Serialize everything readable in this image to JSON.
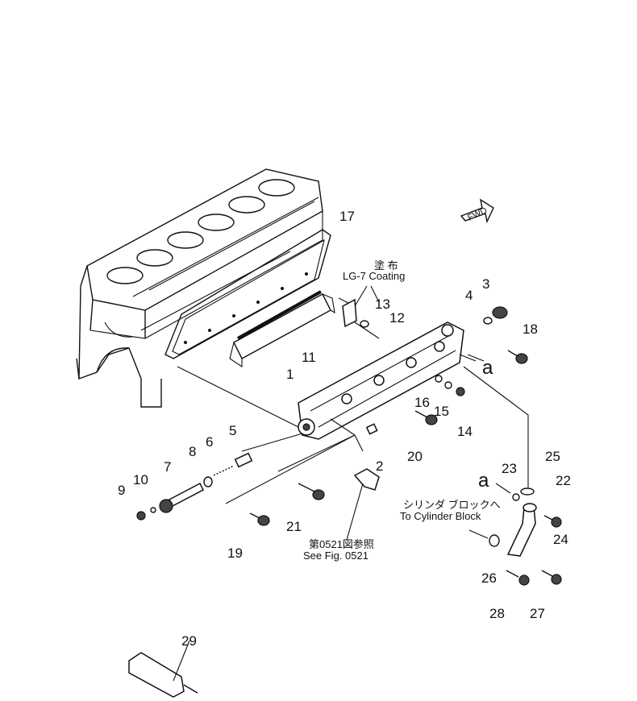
{
  "labels": {
    "p1": "1",
    "p2": "2",
    "p3": "3",
    "p4": "4",
    "p5": "5",
    "p6": "6",
    "p7": "7",
    "p8": "8",
    "p9": "9",
    "p10": "10",
    "p11": "11",
    "p12": "12",
    "p13": "13",
    "p14": "14",
    "p15": "15",
    "p16": "16",
    "p17": "17",
    "p18": "18",
    "p19": "19",
    "p20": "20",
    "p21": "21",
    "p22": "22",
    "p23": "23",
    "p24": "24",
    "p25": "25",
    "p26": "26",
    "p27": "27",
    "p28": "28",
    "p29": "29"
  },
  "markers": {
    "a_top": "a",
    "a_bottom": "a"
  },
  "notes": {
    "coating_jp": "塗 布",
    "coating_en": "LG-7 Coating",
    "cylinder_jp": "シリンダ ブロックへ",
    "cylinder_en": "To Cylinder Block",
    "fig_jp": "第0521図参照",
    "fig_en": "See Fig. 0521"
  },
  "fwd": "FWD"
}
